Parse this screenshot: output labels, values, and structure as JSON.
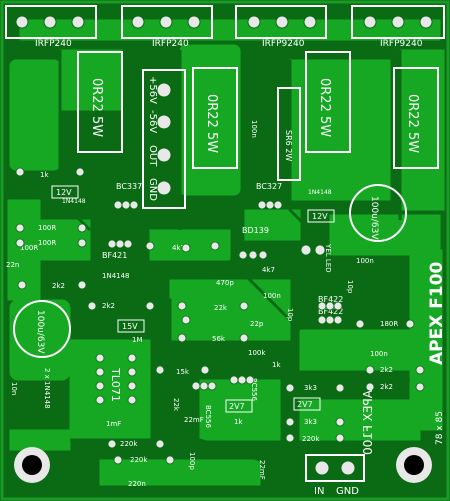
{
  "board": {
    "title": "APEX F100",
    "mirror_title": "APEX F100",
    "size": "78 x 85",
    "colors": {
      "substrate": "#0a6b14",
      "copper": "#16a823",
      "silk": "#ffffff",
      "pad": "#e8e8e8",
      "hole": "#000000"
    }
  },
  "transistors_top": [
    "IRFP240",
    "IRFP240",
    "IRFP9240",
    "IRFP9240"
  ],
  "resistors_5w": [
    "0R22 5W",
    "0R22 5W",
    "0R22 5W",
    "0R22 5W"
  ],
  "power_terminal": {
    "labels": [
      "+56V",
      "-56V",
      "OUT",
      "GND"
    ]
  },
  "fuse": "SR6 2W",
  "semis": [
    "BC337",
    "BC327",
    "BF421",
    "BF422",
    "BF422",
    "BD139",
    "BC556",
    "BC556",
    "TL071",
    "YEL LED"
  ],
  "diodes": [
    "1N4148",
    "1N4148",
    "1N4148",
    "2 x 1N4148"
  ],
  "zeners": [
    "12V",
    "12V",
    "15V",
    "2V7",
    "2V7"
  ],
  "resistor_values": [
    "1k",
    "100R",
    "100R",
    "4k7",
    "4k7",
    "2k2",
    "2k2",
    "22k",
    "56k",
    "100k",
    "1k",
    "15k",
    "3k3",
    "3k3",
    "2k2",
    "2k2",
    "220k",
    "220k",
    "220k",
    "180R",
    "1M",
    "1k",
    "22k",
    "100R"
  ],
  "cap_values": [
    "22n",
    "100n",
    "100n",
    "100n",
    "100n",
    "470p",
    "22p",
    "10p",
    "10p",
    "10n",
    "1mF",
    "22mF",
    "22mF",
    "220n",
    "100p",
    "100u/63V",
    "100u/63V"
  ],
  "connector": {
    "in_label": "IN",
    "gnd_label": "GND"
  }
}
